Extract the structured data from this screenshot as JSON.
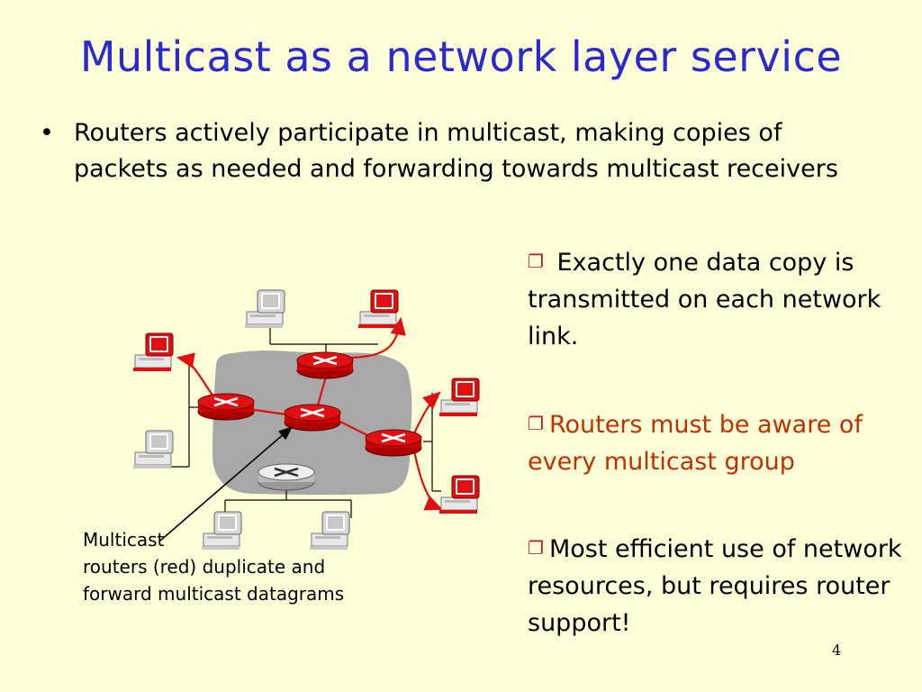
{
  "title": "Multicast as a network layer service",
  "main_bullet": {
    "symbol": "•",
    "text": "Routers actively participate in multicast, making copies of packets as needed and forwarding towards multicast receivers"
  },
  "side_bullets": [
    {
      "symbol": "❐",
      "text": " Exactly one data copy is transmitted on each network link."
    },
    {
      "symbol": "❐",
      "text": "Routers must be aware of every multicast group"
    },
    {
      "symbol": "❐",
      "text": "Most efficient use of network resources, but requires router support!"
    }
  ],
  "caption": {
    "line1": "Multicast",
    "line2": "routers (red) duplicate and",
    "line3": "forward multicast datagrams"
  },
  "page_number": "4",
  "colors": {
    "title": "#2a2ad0",
    "background": "#ffffd8",
    "router_active": "#e01010",
    "router_inactive": "#e8e8e8",
    "network_cloud": "#a8a8a8",
    "multicast_link": "#e01010",
    "side_bullet_red": "#c03000"
  },
  "icons": [
    "router-icon",
    "computer-icon"
  ]
}
